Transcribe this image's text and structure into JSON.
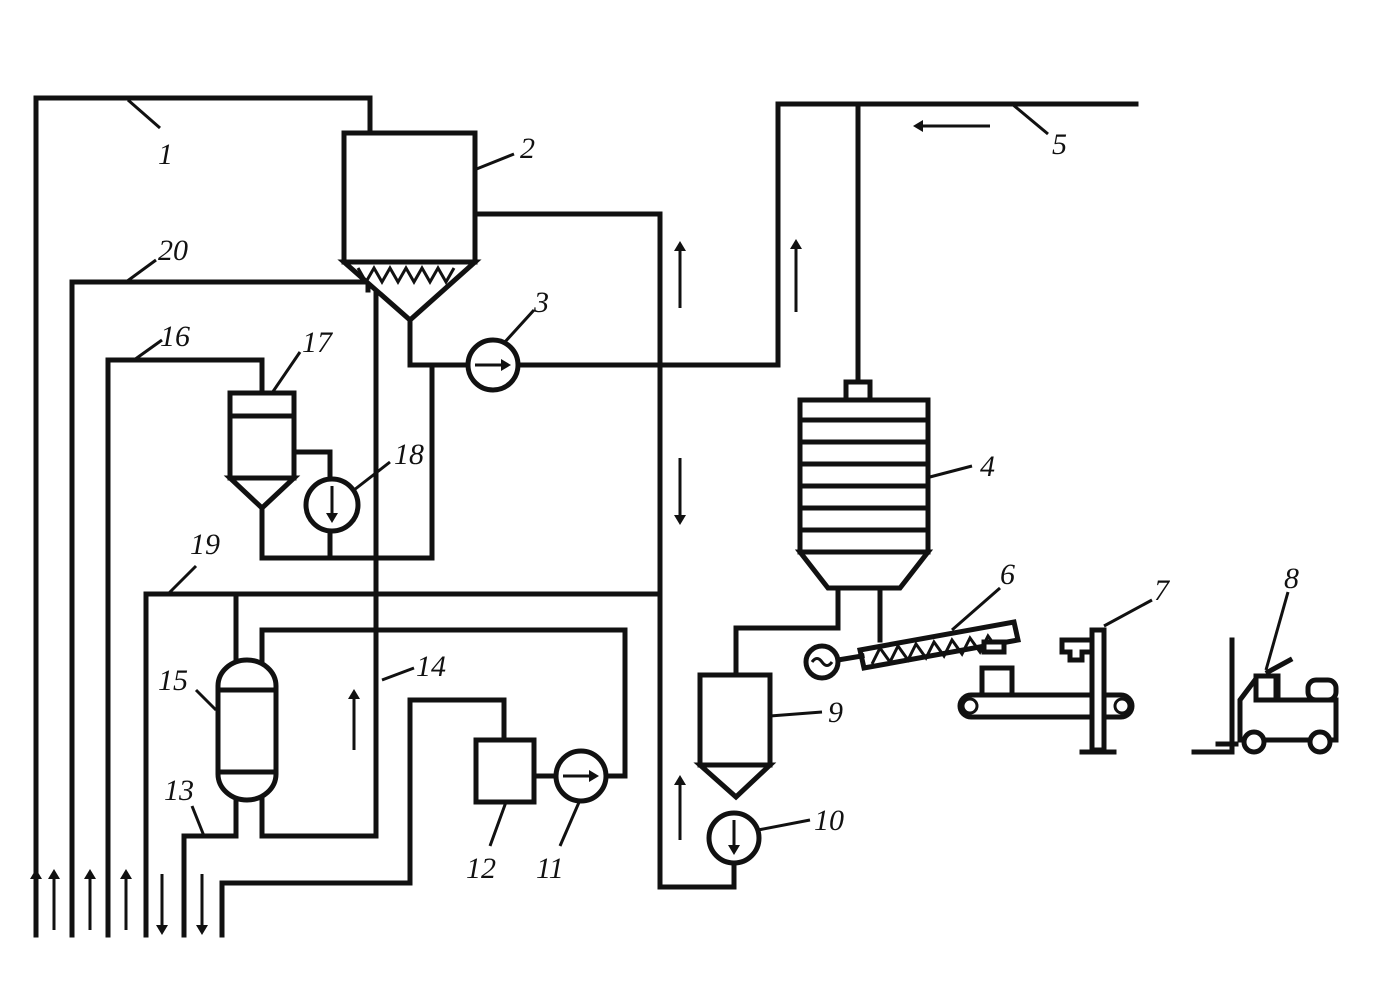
{
  "labels": {
    "l1": "1",
    "l2": "2",
    "l3": "3",
    "l4": "4",
    "l5": "5",
    "l6": "6",
    "l7": "7",
    "l8": "8",
    "l9": "9",
    "l10": "10",
    "l11": "11",
    "l12": "12",
    "l13": "13",
    "l14": "14",
    "l15": "15",
    "l16": "16",
    "l17": "17",
    "l18": "18",
    "l19": "19",
    "l20": "20"
  }
}
